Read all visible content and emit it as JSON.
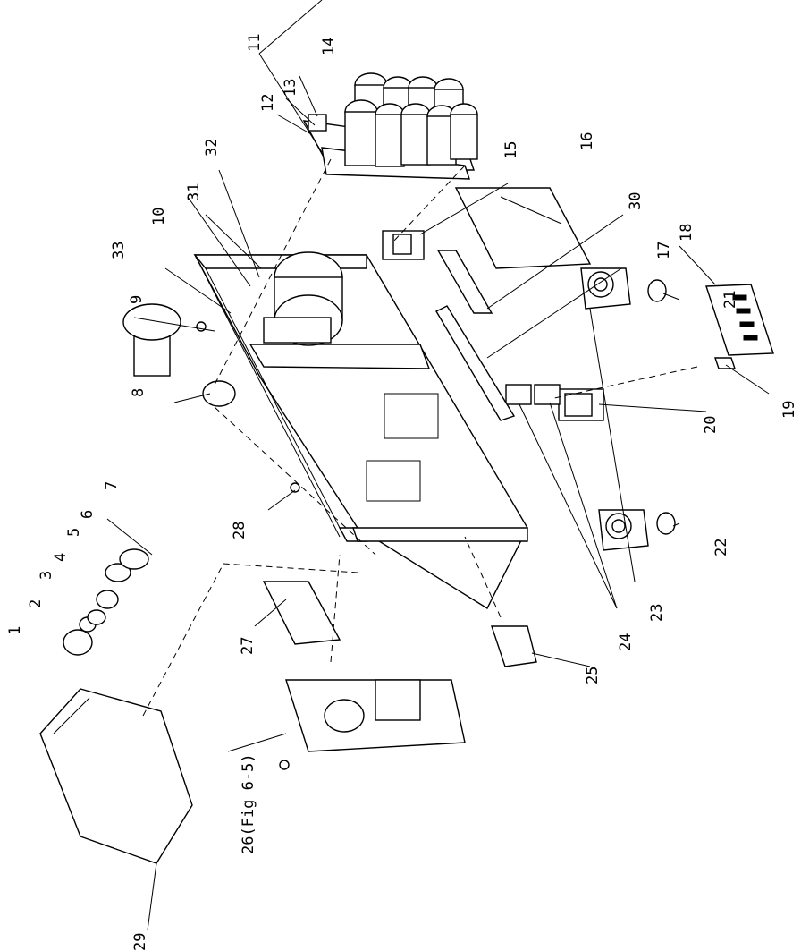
{
  "labels": {
    "p1": "1",
    "p2": "2",
    "p3": "3",
    "p4": "4",
    "p5": "5",
    "p6": "6",
    "p7": "7",
    "p8": "8",
    "p9": "9",
    "p10": "10",
    "p11": "11",
    "p12": "12",
    "p13": "13",
    "p14": "14",
    "p15": "15",
    "p16": "16",
    "p17": "17",
    "p18": "18",
    "p19": "19",
    "p20": "20",
    "p21": "21",
    "p22": "22",
    "p23": "23",
    "p24": "24",
    "p25": "25",
    "p26": "26(Fig 6-5)",
    "p27": "27",
    "p28": "28",
    "p29": "29",
    "p30": "30",
    "p31": "31",
    "p32": "32",
    "p33": "33"
  },
  "colors": {
    "ink": "#000000",
    "paper": "#ffffff",
    "shade": "#cfcfcf"
  }
}
